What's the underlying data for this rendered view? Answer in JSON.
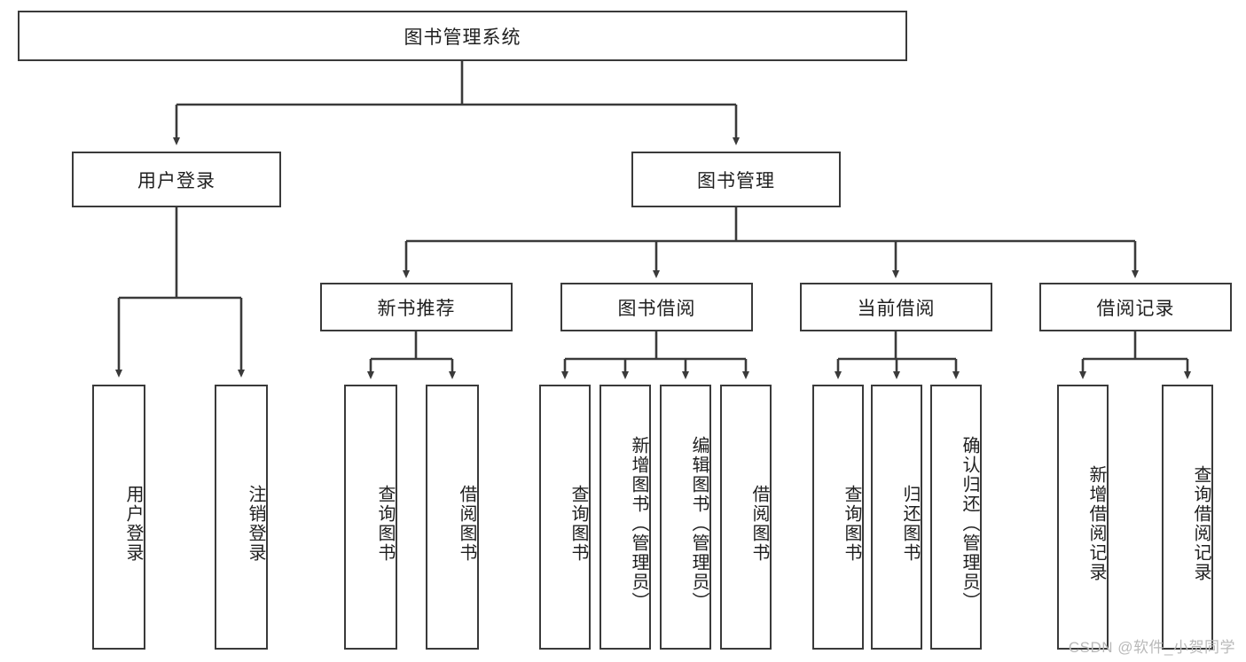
{
  "diagram": {
    "title": "图书管理系统",
    "type": "tree-hierarchy-diagram",
    "colors": {
      "box_border": "#3a3a3a",
      "box_fill": "#ffffff",
      "connector": "#3a3a3a",
      "text": "#1f1f1f",
      "watermark": "#b9b9b9",
      "background": "#ffffff"
    },
    "root": {
      "label": "图书管理系统"
    },
    "level2": [
      {
        "label": "用户登录"
      },
      {
        "label": "图书管理"
      }
    ],
    "level3": [
      {
        "label": "新书推荐"
      },
      {
        "label": "图书借阅"
      },
      {
        "label": "当前借阅"
      },
      {
        "label": "借阅记录"
      }
    ],
    "leaves": {
      "user_login": [
        {
          "label": "用户登录"
        },
        {
          "label": "注销登录"
        }
      ],
      "new_book_recommend": [
        {
          "label": "查询图书"
        },
        {
          "label": "借阅图书"
        }
      ],
      "book_borrow": [
        {
          "label": "查询图书"
        },
        {
          "label": "新增图书（管理员）"
        },
        {
          "label": "编辑图书（管理员）"
        },
        {
          "label": "借阅图书"
        }
      ],
      "current_borrow": [
        {
          "label": "查询图书"
        },
        {
          "label": "归还图书"
        },
        {
          "label": "确认归还（管理员）"
        }
      ],
      "borrow_record": [
        {
          "label": "新增借阅记录"
        },
        {
          "label": "查询借阅记录"
        }
      ]
    }
  },
  "watermark": {
    "text": "CSDN @软件_小贺同学"
  }
}
